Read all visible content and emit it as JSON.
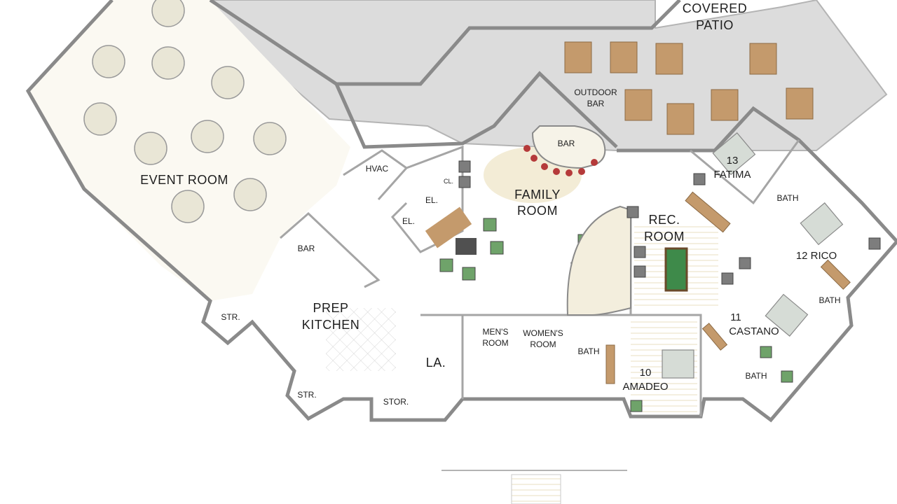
{
  "rooms": {
    "covered_patio": [
      "COVERED",
      "PATIO"
    ],
    "outdoor_bar": [
      "OUTDOOR",
      "BAR"
    ],
    "event_room": "EVENT ROOM",
    "hvac": "HVAC",
    "bar_small": "BAR",
    "bar_main": "BAR",
    "family_room": [
      "FAMILY",
      "ROOM"
    ],
    "el1": "EL.",
    "el2": "EL.",
    "cl": "CL.",
    "rec_room": [
      "REC.",
      "ROOM"
    ],
    "fatima": [
      "13",
      "FATIMA"
    ],
    "bath_fatima": "BATH",
    "rico": "12 RICO",
    "bath_rico": "BATH",
    "castano": [
      "11",
      "CASTANO"
    ],
    "bath_castano": "BATH",
    "amadeo": [
      "10",
      "AMADEO"
    ],
    "bath_amadeo": "BATH",
    "prep_kitchen": [
      "PREP",
      "KITCHEN"
    ],
    "str1": "STR.",
    "str2": "STR.",
    "la": "LA.",
    "stor": "STOR.",
    "mens": [
      "MEN'S",
      "ROOM"
    ],
    "womens": [
      "WOMEN'S",
      "ROOM"
    ]
  },
  "colors": {
    "patio": "#dcdcdc",
    "wall": "#8a8a8a",
    "table": "#e9e6d6",
    "wood": "#c49a6c",
    "chair_green": "#6fa36a",
    "chair_gray": "#7d7d7d",
    "billiard": "#3e8a4a",
    "stool_red": "#b53a3a",
    "floor_tint": "#f1ead3"
  }
}
